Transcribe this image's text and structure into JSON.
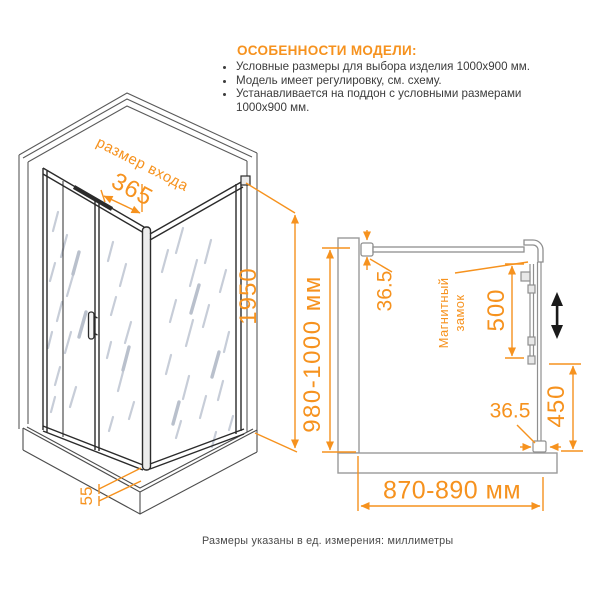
{
  "features": {
    "title": "ОСОБЕННОСТИ МОДЕЛИ:",
    "bullets": [
      "Условные размеры для выбора изделия 1000x900 мм.",
      "Модель имеет регулировку, см. схему.",
      "Устанавливается на поддон с условными размерами\n1000x900 мм."
    ]
  },
  "iso_view": {
    "entrance_label": "размер входа",
    "entrance_width": "365",
    "height": "1950",
    "tray_height": "55"
  },
  "top_view": {
    "depth": "980-1000 мм",
    "wall_offset_top": "36.5",
    "door_width": "500",
    "lock_label": "Магнитный\nзамок",
    "fixed_width": "450",
    "wall_offset_bottom": "36.5",
    "width": "870-890 мм"
  },
  "note": "Размеры указаны в ед. измерения: миллиметры",
  "colors": {
    "accent": "#F6921E",
    "frame_dark": "#2B2B2B",
    "wall_gray": "#9A9A9A",
    "glass_hatch": "#C7CDD8",
    "text_dark": "#3C3C3C",
    "move_arrow": "#1A1A1A"
  }
}
